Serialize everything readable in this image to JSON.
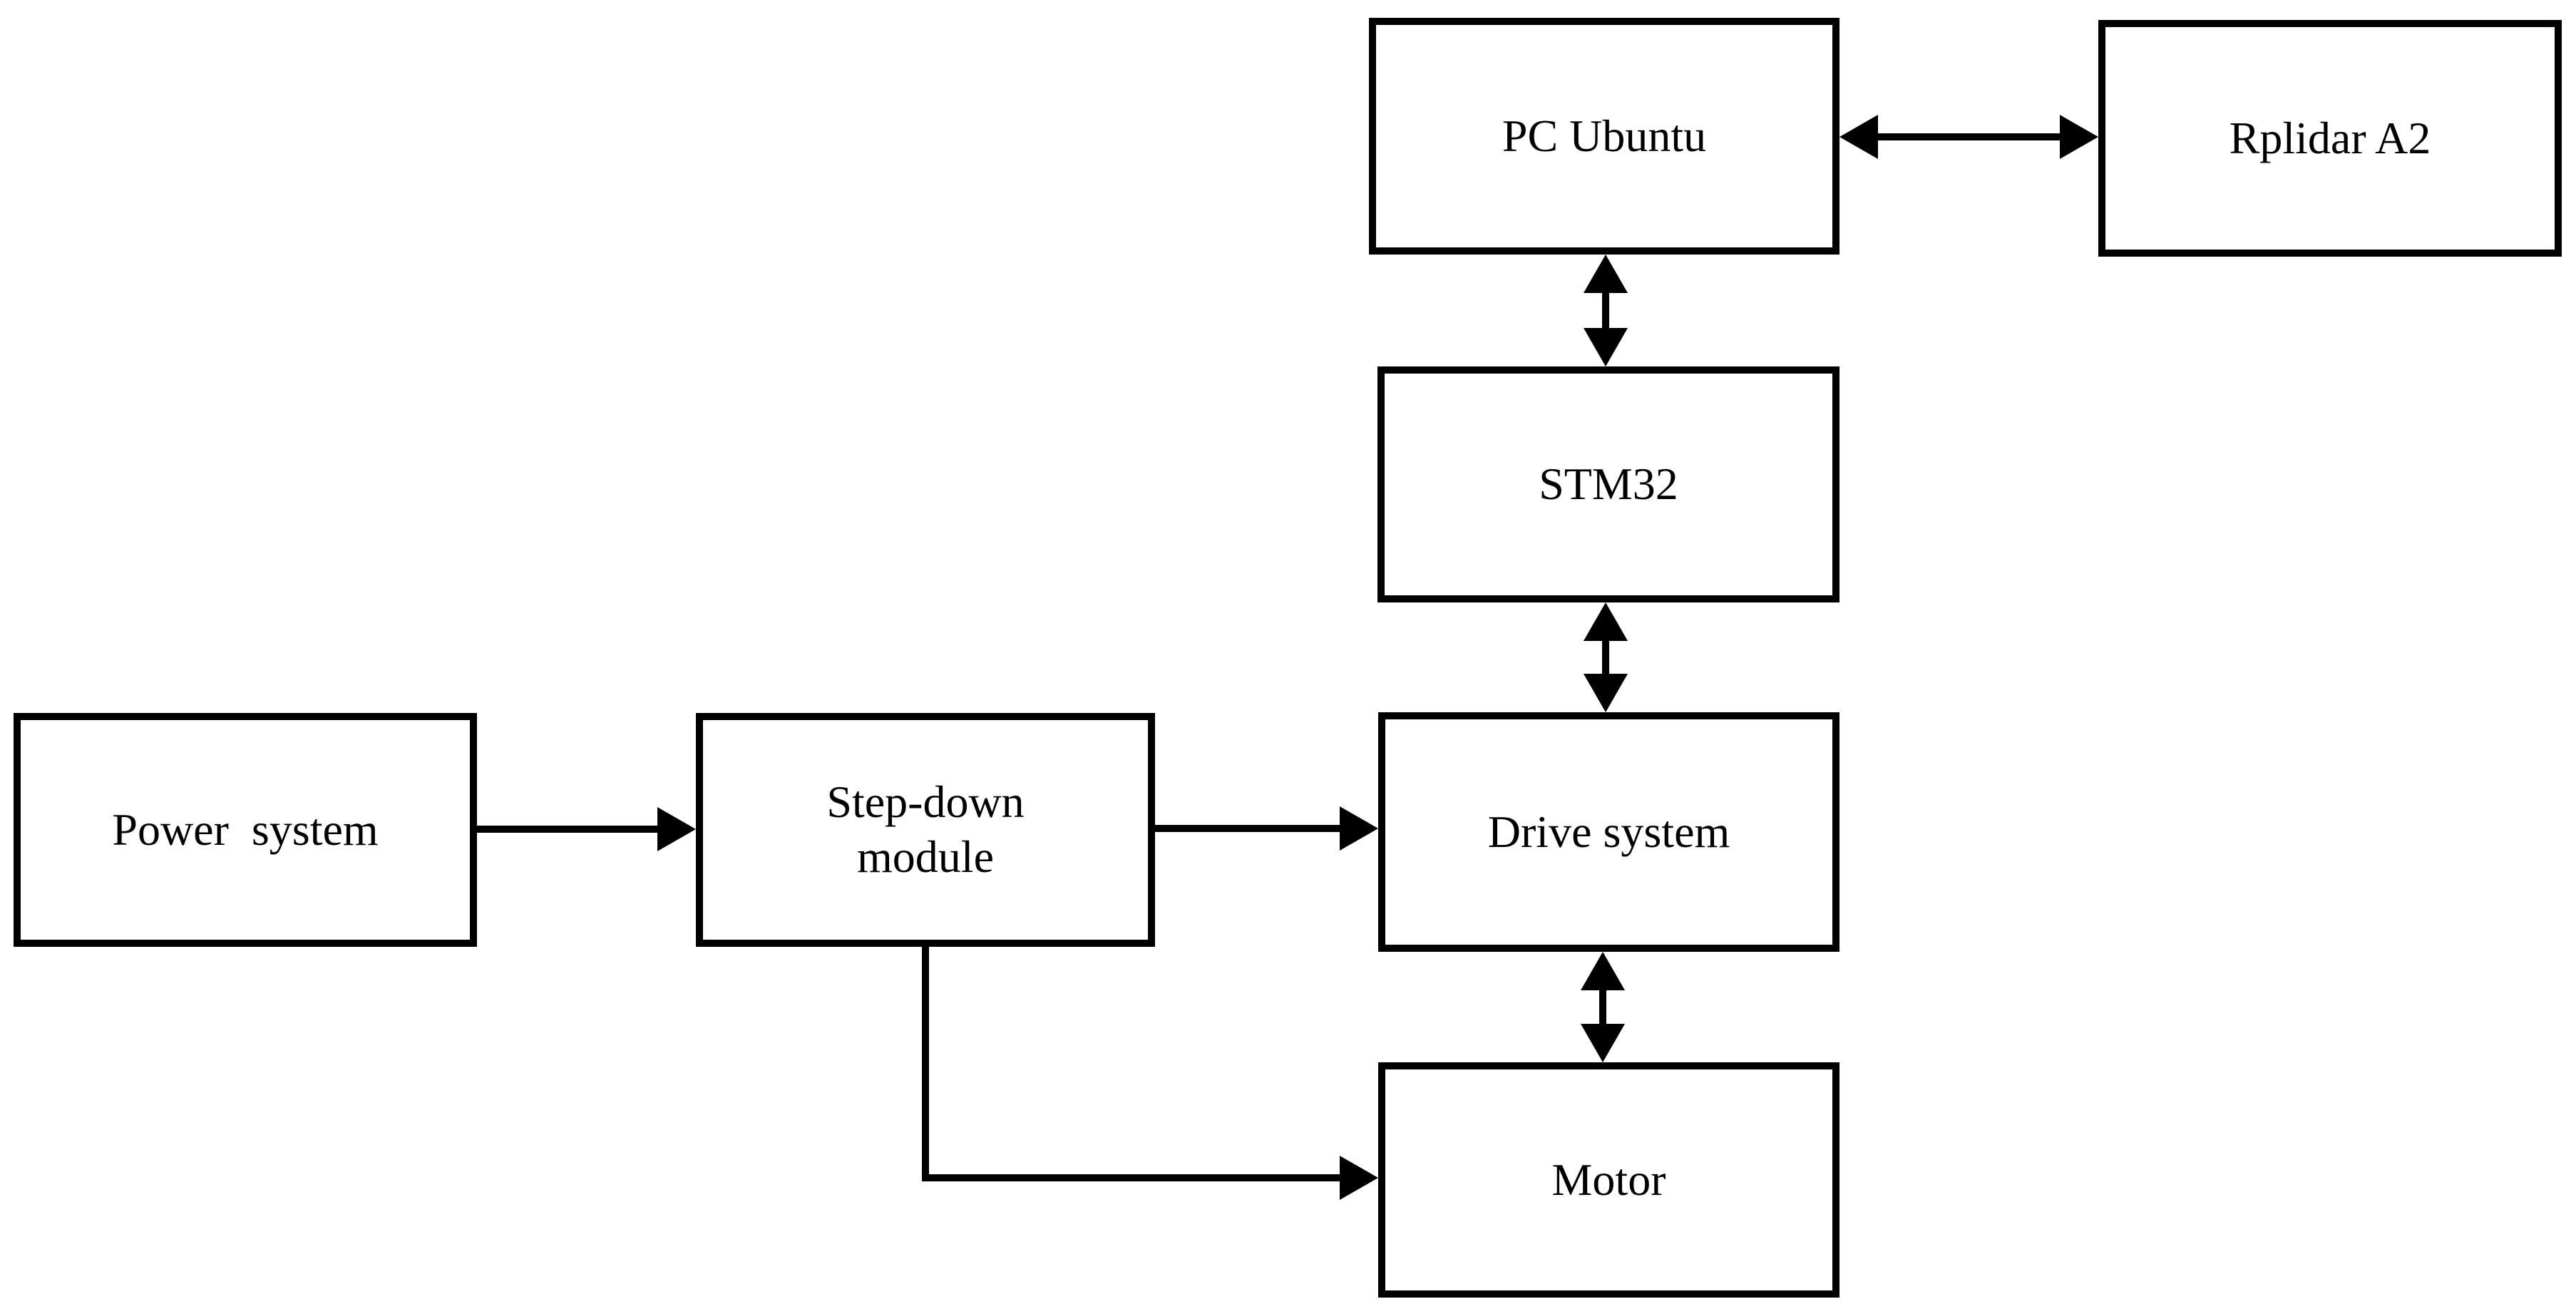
{
  "colors": {
    "background": "#ffffff",
    "stroke": "#000000",
    "text": "#000000"
  },
  "nodes": {
    "pc_ubuntu": {
      "label": "PC Ubuntu"
    },
    "rplidar_a2": {
      "label": "Rplidar A2"
    },
    "stm32": {
      "label": "STM32"
    },
    "drive_system": {
      "label": "Drive system"
    },
    "motor": {
      "label": "Motor"
    },
    "power_system": {
      "label": "Power  system"
    },
    "step_down_module": {
      "label": "Step-down\nmodule"
    }
  },
  "connections": [
    {
      "from": "PC Ubuntu",
      "to": "Rplidar A2",
      "direction": "bidirectional"
    },
    {
      "from": "PC Ubuntu",
      "to": "STM32",
      "direction": "bidirectional"
    },
    {
      "from": "STM32",
      "to": "Drive system",
      "direction": "bidirectional"
    },
    {
      "from": "Drive system",
      "to": "Motor",
      "direction": "bidirectional"
    },
    {
      "from": "Power system",
      "to": "Step-down module",
      "direction": "forward"
    },
    {
      "from": "Step-down module",
      "to": "Drive system",
      "direction": "forward"
    },
    {
      "from": "Step-down module",
      "to": "Motor",
      "direction": "forward"
    }
  ]
}
